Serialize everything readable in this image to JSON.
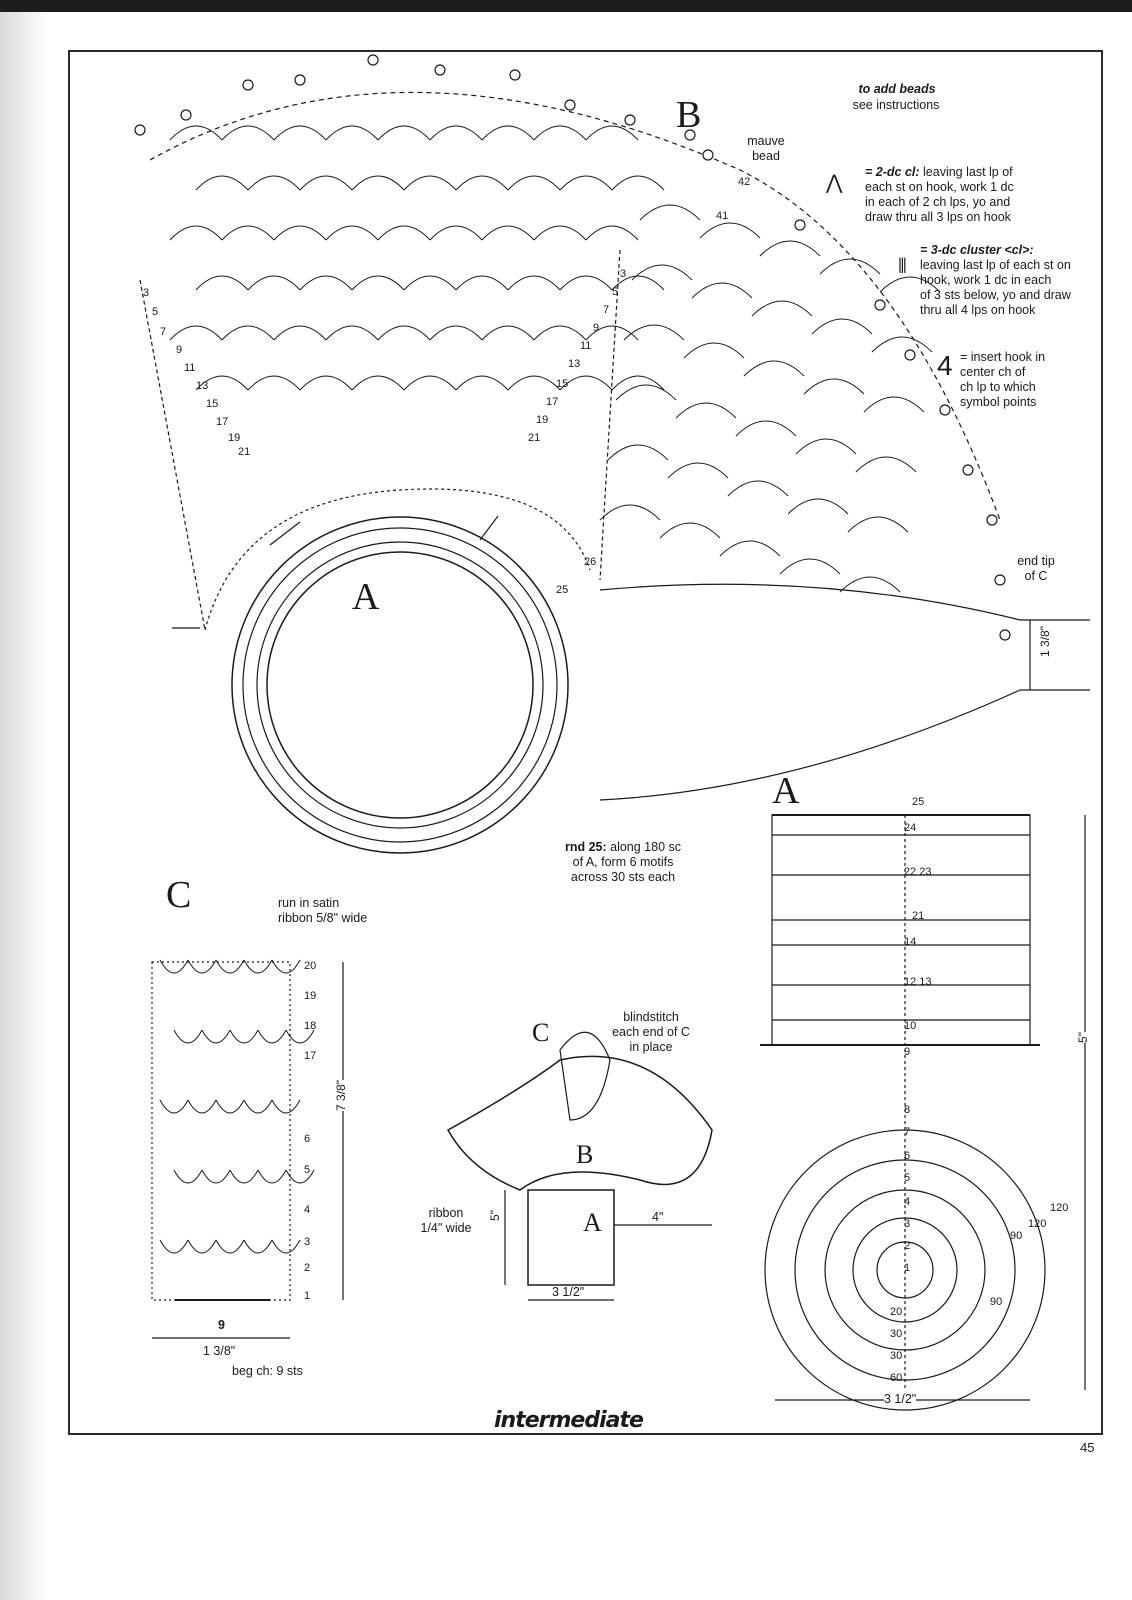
{
  "labels": {
    "section_b": "B",
    "section_a_upper": "A",
    "section_a_right": "A",
    "section_c_left": "C",
    "assembly_c": "C",
    "assembly_b": "B",
    "assembly_a": "A"
  },
  "legend": {
    "beads_title": "to add beads",
    "beads_sub": "see instructions",
    "mauve_bead": "mauve\nbead",
    "dc2_term": "= 2-dc cl:",
    "dc2_text": " leaving last lp of\neach st on hook, work 1 dc\nin each of 2 ch lps, yo and\ndraw thru all 3 lps on hook",
    "dc3_term": "= 3-dc cluster <cl>:",
    "dc3_text": "leaving last lp of each st on\nhook, work 1 dc in each\nof 3 sts below, yo and draw\nthru all 4 lps on hook",
    "insert_text": "= insert hook in\ncenter ch of\nch lp to which\nsymbol points",
    "insert_symbol": "4"
  },
  "notes": {
    "end_tip": "end tip\nof C",
    "rnd25_term": "rnd 25:",
    "rnd25_text": " along 180 sc\nof A, form 6 motifs\nacross 30 sts each",
    "run_ribbon": "run in satin\nribbon 5/8\" wide",
    "blindstitch": "blindstitch\neach end of C\nin place",
    "ribbon_small": "ribbon\n1/4\" wide",
    "beg_ch": "beg ch: 9 sts"
  },
  "dimensions": {
    "tip_height": "1 3/8\"",
    "c_length": "7 3/8\"",
    "c_width": "1 3/8\"",
    "c_base": "9",
    "assembly_height": "5\"",
    "assembly_width": "4\"",
    "assembly_base": "3 1/2\"",
    "a_height": "5\"",
    "a_width": "3 1/2\""
  },
  "row_numbers": {
    "b_left": [
      "3",
      "5",
      "7",
      "9",
      "11",
      "13",
      "15",
      "17",
      "19",
      "21"
    ],
    "b_mid": [
      "3",
      "5",
      "7",
      "9",
      "11",
      "13",
      "15",
      "17",
      "19",
      "21"
    ],
    "b_marks": [
      "42",
      "41",
      "26",
      "25"
    ],
    "c_rows": [
      "20",
      "19",
      "18",
      "17",
      "6",
      "5",
      "4",
      "3",
      "2",
      "1"
    ],
    "a_rows": [
      "25",
      "24",
      "22 23",
      "21",
      "14",
      "12 13",
      "10",
      "9",
      "8",
      "7",
      "6",
      "5",
      "4",
      "3",
      "2",
      "1"
    ],
    "a_counts": [
      "120",
      "120",
      "90",
      "90",
      "60",
      "30",
      "30",
      "20"
    ]
  },
  "level": "intermediate",
  "page_number": "45"
}
